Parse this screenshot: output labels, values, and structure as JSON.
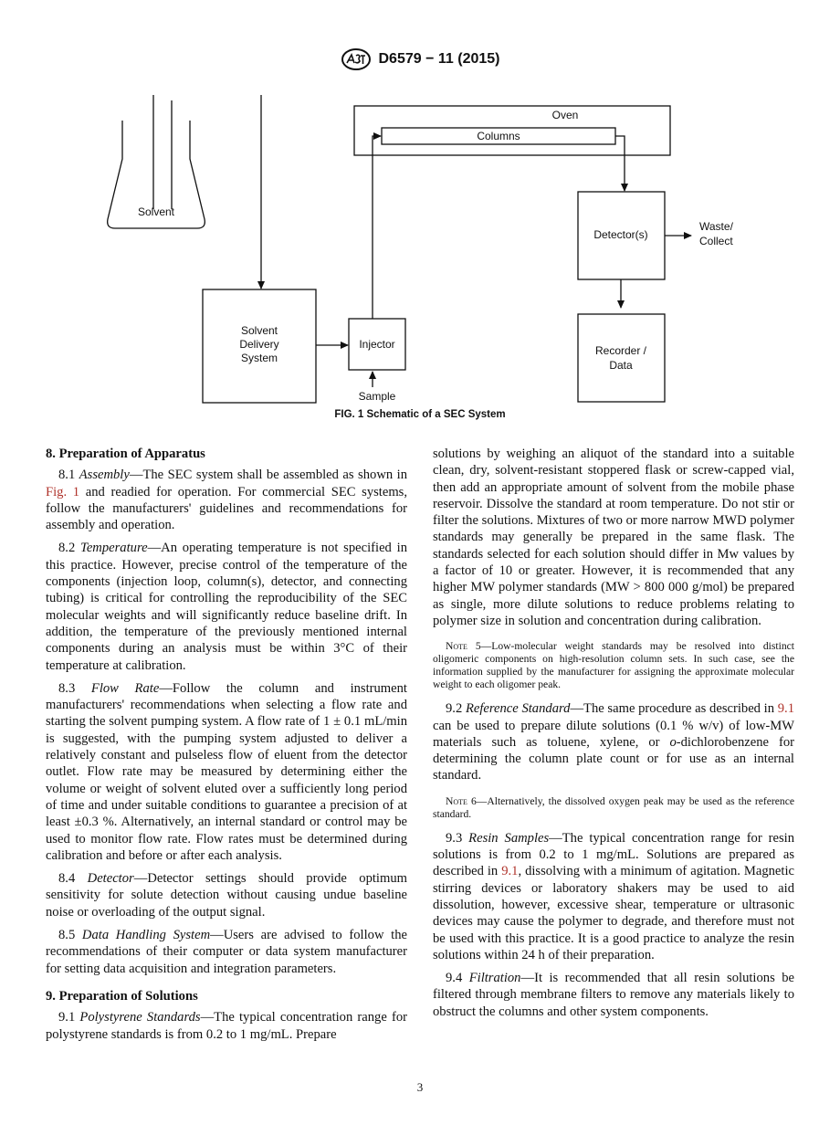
{
  "header": {
    "logo": "astm-logo",
    "doc_id": "D6579 − 11 (2015)"
  },
  "figure": {
    "labels": {
      "oven": "Oven",
      "columns": "Columns",
      "solvent": "Solvent",
      "detector": "Detector(s)",
      "waste": "Waste/",
      "collect": "Collect",
      "sds1": "Solvent",
      "sds2": "Delivery",
      "sds3": "System",
      "injector": "Injector",
      "sample": "Sample",
      "recorder1": "Recorder /",
      "recorder2": "Data"
    },
    "caption": "FIG. 1 Schematic of a SEC System"
  },
  "left": {
    "s8_heading": "8. Preparation of Apparatus",
    "p81": {
      "num": "8.1 ",
      "title": "Assembly",
      "t1": "—The SEC system shall be assembled as shown in ",
      "link": "Fig. 1",
      "t2": " and readied for operation. For commercial SEC systems, follow the manufacturers' guidelines and recommendations for assembly and operation."
    },
    "p82": {
      "num": "8.2 ",
      "title": "Temperature",
      "text": "—An operating temperature is not specified in this practice. However, precise control of the temperature of the components (injection loop, column(s), detector, and connecting tubing) is critical for controlling the reproducibility of the SEC molecular weights and will significantly reduce baseline drift. In addition, the temperature of the previously mentioned internal components during an analysis must be within 3°C of their temperature at calibration."
    },
    "p83": {
      "num": "8.3 ",
      "title": "Flow Rate",
      "text": "—Follow the column and instrument manufacturers' recommendations when selecting a flow rate and starting the solvent pumping system. A flow rate of 1 ± 0.1 mL/min is suggested, with the pumping system adjusted to deliver a relatively constant and pulseless flow of eluent from the detector outlet. Flow rate may be measured by determining either the volume or weight of solvent eluted over a sufficiently long period of time and under suitable conditions to guarantee a precision of at least ±0.3 %. Alternatively, an internal standard or control may be used to monitor flow rate. Flow rates must be determined during calibration and before or after each analysis."
    },
    "p84": {
      "num": "8.4 ",
      "title": "Detector",
      "text": "—Detector settings should provide optimum sensitivity for solute detection without causing undue baseline noise or overloading of the output signal."
    },
    "p85": {
      "num": "8.5 ",
      "title": "Data Handling System",
      "text": "—Users are advised to follow the recommendations of their computer or data system manufacturer for setting data acquisition and integration parameters."
    },
    "s9_heading": "9. Preparation of Solutions",
    "p91": {
      "num": "9.1 ",
      "title": "Polystyrene Standards",
      "text": "—The typical concentration range for polystyrene standards is from 0.2 to 1 mg/mL. Prepare"
    }
  },
  "right": {
    "p91_cont": "solutions by weighing an aliquot of the standard into a suitable clean, dry, solvent-resistant stoppered flask or screw-capped vial, then add an appropriate amount of solvent from the mobile phase reservoir. Dissolve the standard at room temperature. Do not stir or filter the solutions. Mixtures of two or more narrow MWD polymer standards may generally be prepared in the same flask. The standards selected for each solution should differ in Mw values by a factor of 10 or greater. However, it is recommended that any higher MW polymer standards (MW > 800 000 g/mol) be prepared as single, more dilute solutions to reduce problems relating to polymer size in solution and concentration during calibration.",
    "note5": {
      "label": "Note 5",
      "text": "—Low-molecular weight standards may be resolved into distinct oligomeric components on high-resolution column sets. In such case, see the information supplied by the manufacturer for assigning the approximate molecular weight to each oligomer peak."
    },
    "p92": {
      "num": "9.2 ",
      "title": "Reference Standard",
      "t1": "—The same procedure as described in ",
      "link": "9.1",
      "t2": " can be used to prepare dilute solutions (0.1 % w/v) of low-MW materials such as toluene, xylene, or ",
      "o": "o",
      "t3": "-dichlorobenzene for determining the column plate count or for use as an internal standard."
    },
    "note6": {
      "label": "Note 6",
      "text": "—Alternatively, the dissolved oxygen peak may be used as the reference standard."
    },
    "p93": {
      "num": "9.3 ",
      "title": "Resin Samples",
      "t1": "—The typical concentration range for resin solutions is from 0.2 to 1 mg/mL. Solutions are prepared as described in ",
      "link": "9.1",
      "t2": ", dissolving with a minimum of agitation. Magnetic stirring devices or laboratory shakers may be used to aid dissolution, however, excessive shear, temperature or ultrasonic devices may cause the polymer to degrade, and therefore must not be used with this practice. It is a good practice to analyze the resin solutions within 24 h of their preparation."
    },
    "p94": {
      "num": "9.4 ",
      "title": "Filtration",
      "text": "—It is recommended that all resin solutions be filtered through membrane filters to remove any materials likely to obstruct the columns and other system components."
    }
  },
  "footer": {
    "page_number": "3"
  }
}
